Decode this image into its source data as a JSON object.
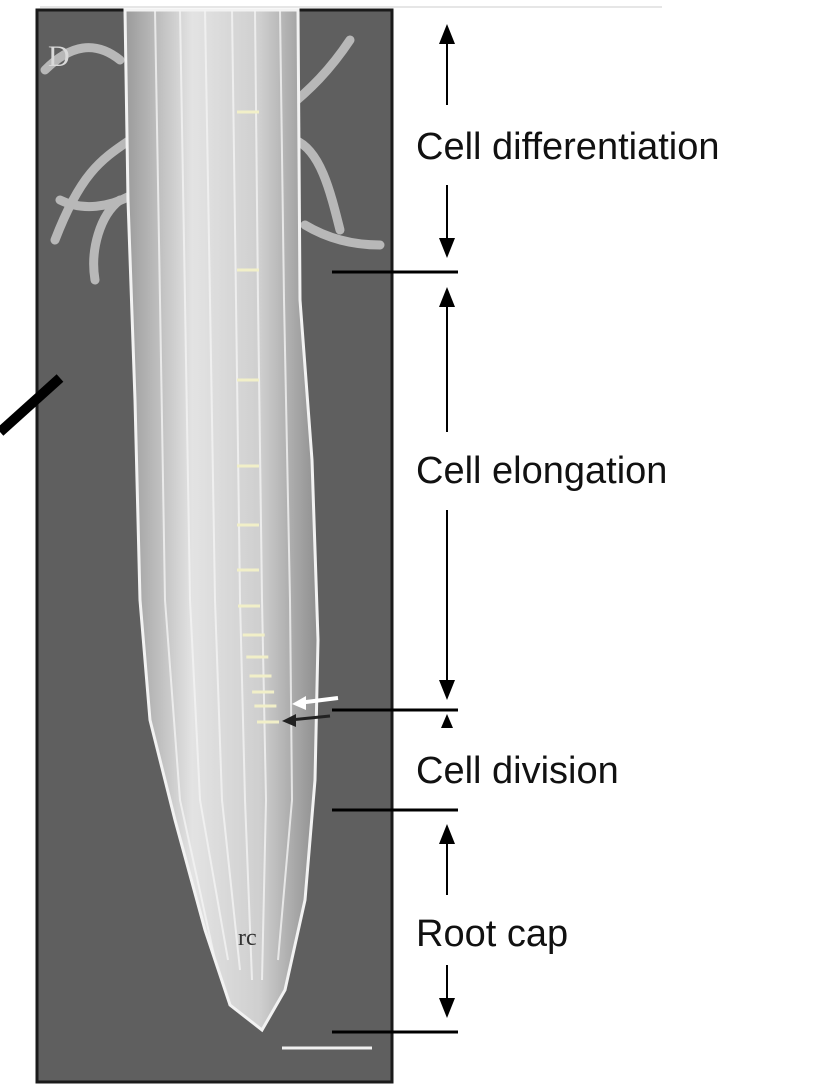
{
  "figure": {
    "panel_letter": "D",
    "tip_label": "rc"
  },
  "zones": [
    {
      "id": "differentiation",
      "label": "Cell differentiation"
    },
    {
      "id": "elongation",
      "label": "Cell elongation"
    },
    {
      "id": "division",
      "label": "Cell division"
    },
    {
      "id": "rootcap",
      "label": "Root cap"
    }
  ],
  "colors": {
    "background": "#ffffff",
    "micrograph_bg": "#5f5f5f",
    "root_surface": "#cfcfcf",
    "marker": "#f1efc8",
    "ink": "#111111"
  }
}
